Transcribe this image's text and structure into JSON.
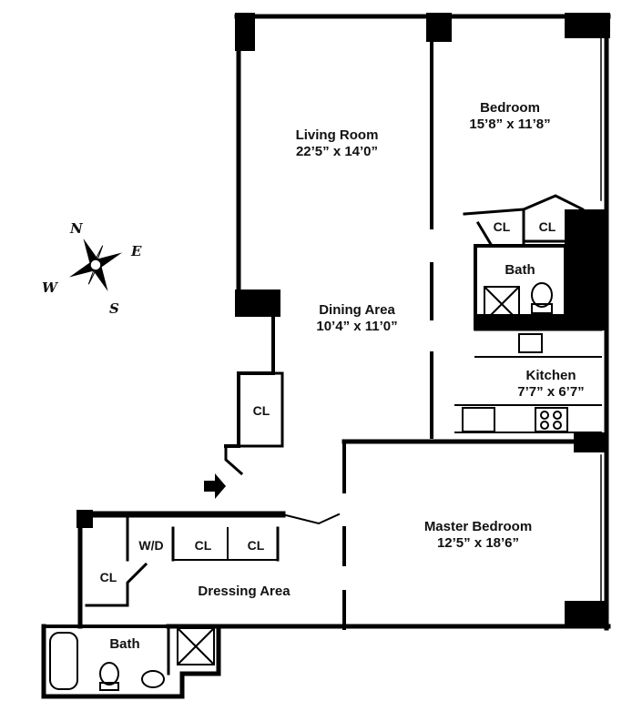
{
  "rooms": {
    "living_room": {
      "name": "Living Room",
      "dims": "22’5” x 14’0”"
    },
    "bedroom": {
      "name": "Bedroom",
      "dims": "15’8” x 11’8”"
    },
    "dining_area": {
      "name": "Dining Area",
      "dims": "10’4” x 11’0”"
    },
    "kitchen": {
      "name": "Kitchen",
      "dims": "7’7” x 6’7”"
    },
    "master_bedroom": {
      "name": "Master Bedroom",
      "dims": "12’5” x 18’6”"
    },
    "dressing_area": {
      "name": "Dressing Area"
    },
    "bath_upper": {
      "name": "Bath"
    },
    "bath_lower": {
      "name": "Bath"
    }
  },
  "closets": {
    "cl_bed_1": "CL",
    "cl_bed_2": "CL",
    "cl_hall": "CL",
    "cl_dress_1": "CL",
    "cl_dress_2": "CL",
    "cl_bath_lower": "CL",
    "wd": "W/D"
  },
  "compass": {
    "n": "N",
    "e": "E",
    "s": "S",
    "w": "W"
  }
}
